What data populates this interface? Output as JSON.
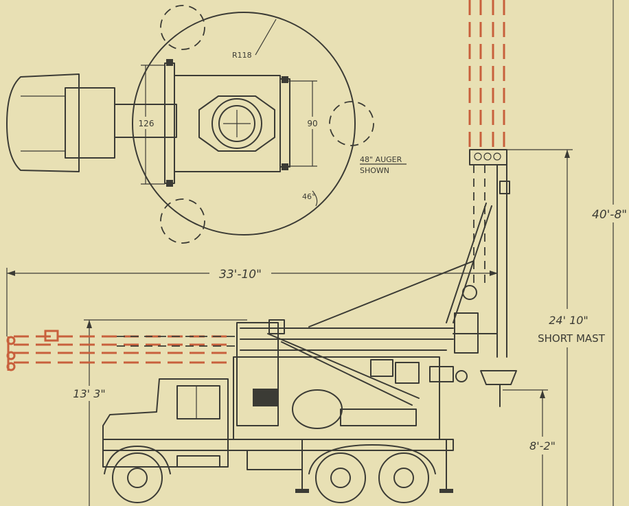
{
  "plan_view": {
    "radius_label": "R118",
    "width_label": "126",
    "length_label": "90",
    "auger_note_line1": "48\" AUGER",
    "auger_note_line2": "SHOWN",
    "angle_label": "46°"
  },
  "elevation_view": {
    "overall_length": "33'-10\"",
    "reach_height": "13' 3\"",
    "total_height": "40'-8\"",
    "short_mast_height": "24' 10\"",
    "short_mast_label": "SHORT MAST",
    "clearance_height": "8'-2\""
  },
  "colors": {
    "paper": "#e8e0b4",
    "ink": "#3b3b35",
    "alternate_position": "#c8603c"
  }
}
